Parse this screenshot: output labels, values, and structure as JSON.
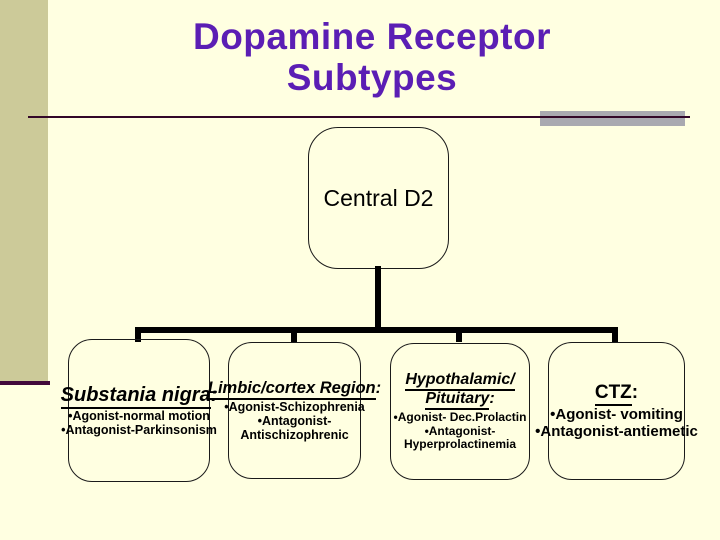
{
  "slide": {
    "title": {
      "line1": "Dopamine Receptor",
      "line2": "Subtypes"
    },
    "colors": {
      "background": "#FFFFE1",
      "sidebar_band": "#CCCA99",
      "title_text": "#5B1EB4",
      "title_rule": "#330728",
      "gray_accent_bar": "#A9A9B0",
      "purple_accent_line": "#42093A",
      "connector": "#000000",
      "box_border": "#1A1A1A",
      "body_text": "#000000"
    }
  },
  "diagram": {
    "root": {
      "label": "Central D2"
    },
    "children": [
      {
        "heading": "Substania nigra",
        "colon": ":",
        "lines": [
          "•Agonist-normal motion",
          "•Antagonist-Parkinsonism"
        ]
      },
      {
        "heading": "Limbic/cortex Region",
        "colon": ":",
        "lines": [
          "•Agonist-Schizophrenia",
          "•Antagonist-",
          "Antischizophrenic"
        ]
      },
      {
        "heading_line1": "Hypothalamic/",
        "heading_line2": "Pituitary",
        "colon": ":",
        "lines": [
          "•Agonist- Dec.Prolactin",
          "•Antagonist-",
          "Hyperprolactinemia"
        ]
      },
      {
        "heading": "CTZ",
        "colon": ":",
        "lines": [
          "•Agonist- vomiting",
          "•Antagonist-antiemetic"
        ]
      }
    ]
  }
}
